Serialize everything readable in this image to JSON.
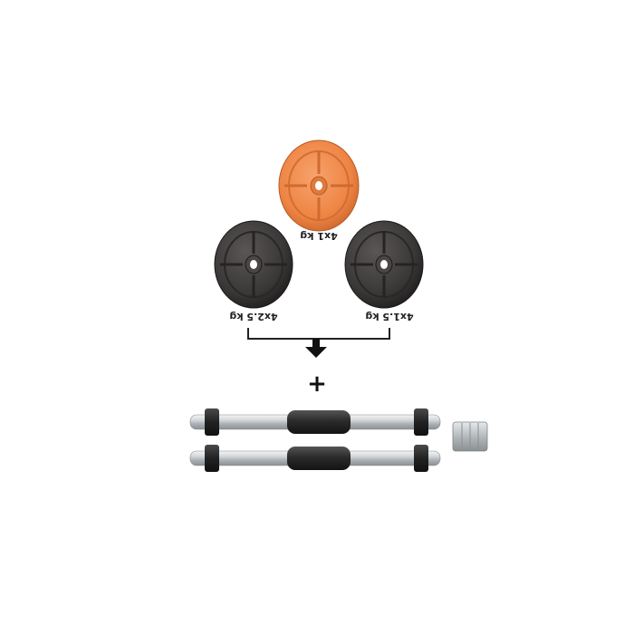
{
  "product": {
    "plates": [
      {
        "label": "4x1 kg",
        "color": "#f08a4b"
      },
      {
        "label": "4x2.5 kg",
        "color": "#3a3737"
      },
      {
        "label": "4x1.5 kg",
        "color": "#3a3737"
      }
    ],
    "plus_sign": "+",
    "bar_count": 2,
    "bar_color": "#c9cdd0",
    "grip_color": "#2e2e2e",
    "connector_color": "#b8bcbf"
  }
}
